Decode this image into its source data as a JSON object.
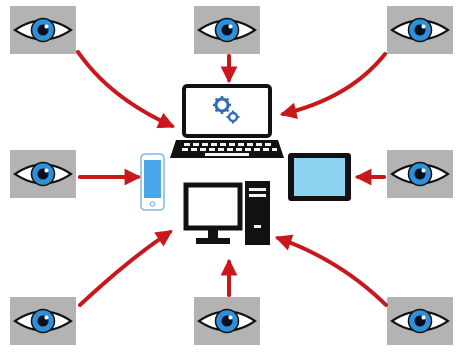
{
  "diagram": {
    "background": "#ffffff",
    "eye_tile_color": "#b3b3b3",
    "iris_color": "#2f8fd8",
    "arrow_color": "#c8181c",
    "device_outline_color": "#111111",
    "screen_color": "#ffffff",
    "tablet_screen_color": "#8fd3f2",
    "phone_screen_color": "#4aa7ea",
    "gear_color": "#2f6fb7",
    "observers": [
      {
        "name": "eye-top-left",
        "icon": "eye-icon"
      },
      {
        "name": "eye-top-center",
        "icon": "eye-icon"
      },
      {
        "name": "eye-top-right",
        "icon": "eye-icon"
      },
      {
        "name": "eye-middle-left",
        "icon": "eye-icon"
      },
      {
        "name": "eye-middle-right",
        "icon": "eye-icon"
      },
      {
        "name": "eye-bottom-left",
        "icon": "eye-icon"
      },
      {
        "name": "eye-bottom-center",
        "icon": "eye-icon"
      },
      {
        "name": "eye-bottom-right",
        "icon": "eye-icon"
      }
    ],
    "devices": [
      {
        "name": "laptop",
        "icon": "laptop-with-gears-icon"
      },
      {
        "name": "smartphone",
        "icon": "smartphone-icon"
      },
      {
        "name": "tablet",
        "icon": "tablet-icon"
      },
      {
        "name": "desktop-monitor",
        "icon": "monitor-icon"
      },
      {
        "name": "desktop-tower",
        "icon": "pc-tower-icon"
      }
    ]
  }
}
